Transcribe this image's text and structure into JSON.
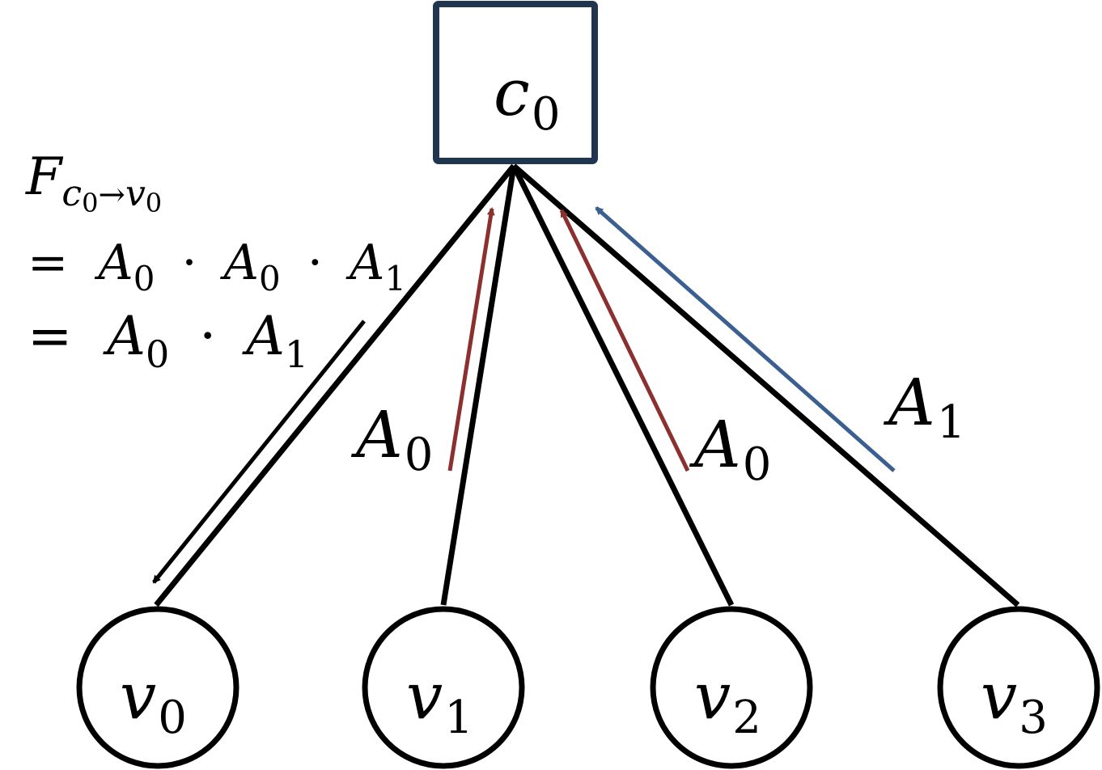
{
  "factor_node": {
    "symbol": "c",
    "index": "0",
    "border_color": "#1f3550"
  },
  "variable_nodes": [
    {
      "symbol": "v",
      "index": "0"
    },
    {
      "symbol": "v",
      "index": "1"
    },
    {
      "symbol": "v",
      "index": "2"
    },
    {
      "symbol": "v",
      "index": "3"
    }
  ],
  "edge_messages": [
    {
      "symbol": "A",
      "index": "0",
      "color": "#8b2f2f"
    },
    {
      "symbol": "A",
      "index": "0",
      "color": "#8b2f2f"
    },
    {
      "symbol": "A",
      "index": "1",
      "color": "#3b5f8f"
    }
  ],
  "outgoing_message": {
    "symbol": "F",
    "sub_from": "c",
    "sub_from_index": "0",
    "arrow": "→",
    "sub_to": "v",
    "sub_to_index": "0",
    "color": "#000000"
  },
  "equation": {
    "eq": "=",
    "dot": "·",
    "line1": [
      {
        "symbol": "A",
        "index": "0"
      },
      {
        "symbol": "A",
        "index": "0"
      },
      {
        "symbol": "A",
        "index": "1"
      }
    ],
    "line2": [
      {
        "symbol": "A",
        "index": "0"
      },
      {
        "symbol": "A",
        "index": "1"
      }
    ]
  }
}
